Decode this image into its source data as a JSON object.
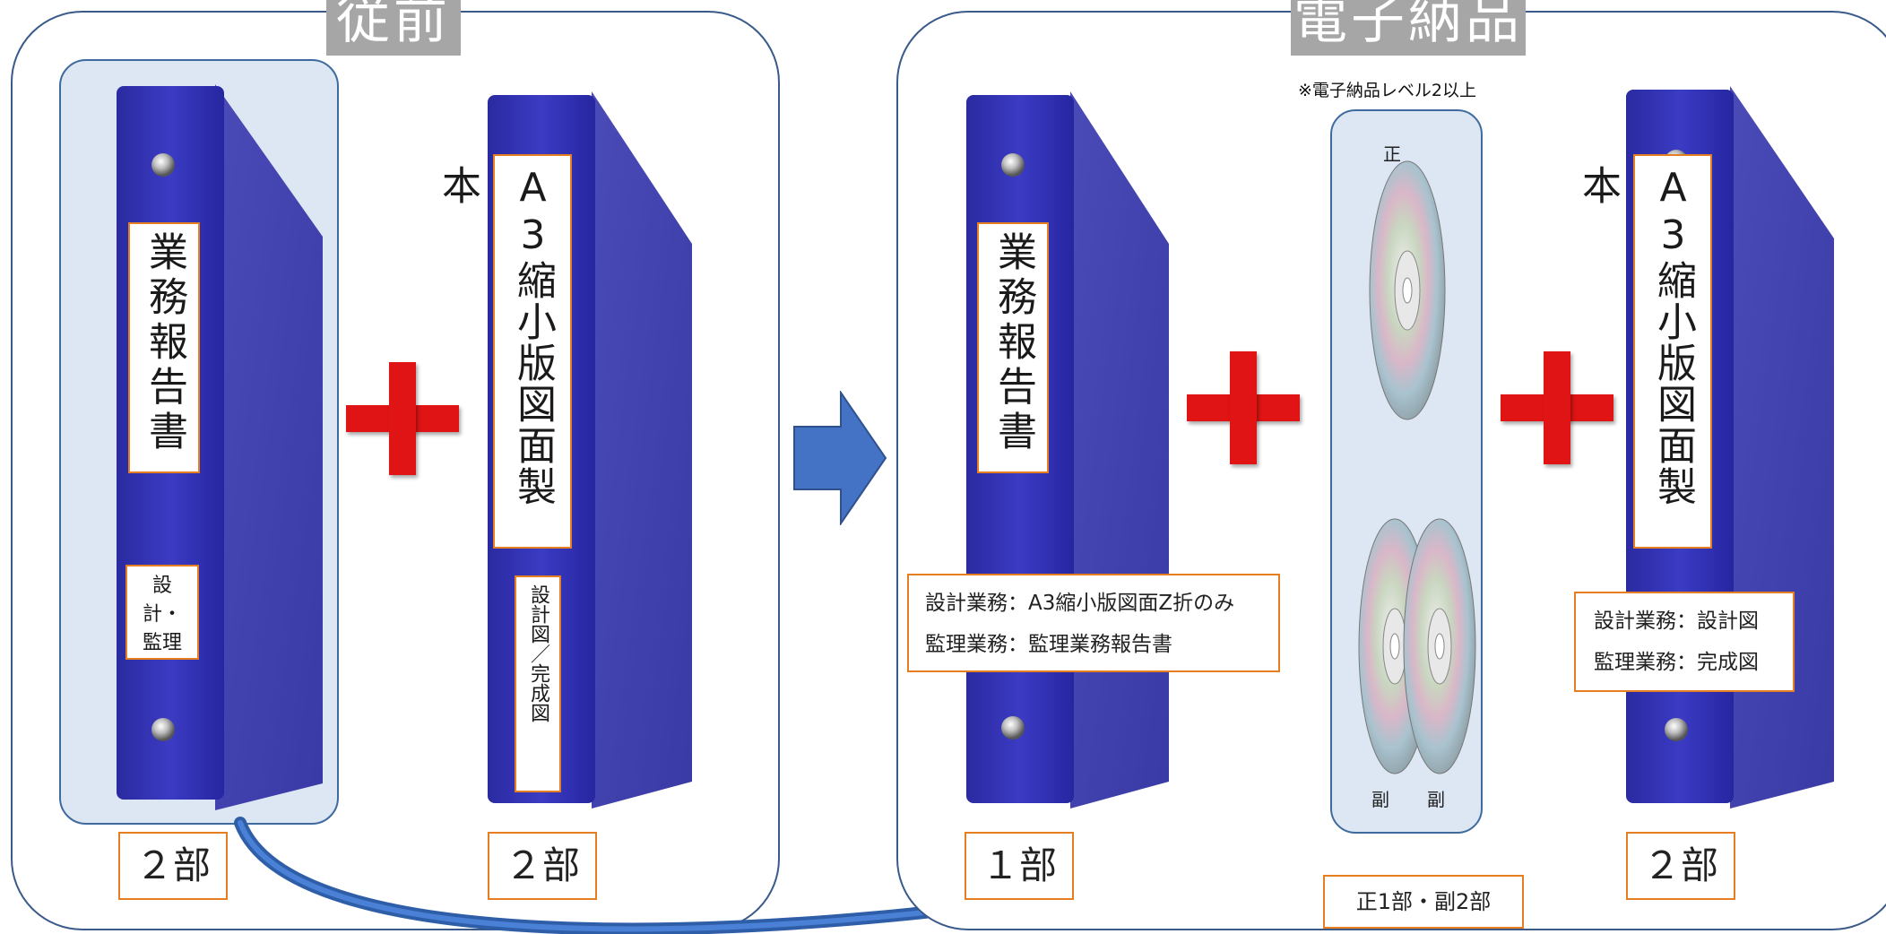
{
  "left_panel": {
    "title": "従前",
    "binder1": {
      "spine_label": "業務報告書",
      "sub_label": "設計・監理",
      "count": "２部"
    },
    "binder2": {
      "spine_label": "A3縮小版図面製本",
      "sub_label": "設計図／完成図",
      "count": "２部"
    }
  },
  "right_panel": {
    "title": "電子納品",
    "note": "※電子納品レベル2以上",
    "binder1": {
      "spine_label": "業務報告書",
      "info_line1": "設計業務：A3縮小版図面Z折のみ",
      "info_line2": "監理業務：監理業務報告書",
      "count": "１部"
    },
    "discs": {
      "label_main": "正",
      "label_copy1": "副",
      "label_copy2": "副",
      "count": "正1部・副2部"
    },
    "binder2": {
      "spine_label": "A3縮小版図面製本",
      "info_line1": "設計業務：設計図",
      "info_line2": "監理業務：完成図",
      "count": "２部"
    }
  },
  "colors": {
    "binder": "#3434b0",
    "plus": "#e01414",
    "panel_border": "#3a5a8a",
    "label_border": "#e67e22",
    "highlight": "#dce7f3"
  }
}
